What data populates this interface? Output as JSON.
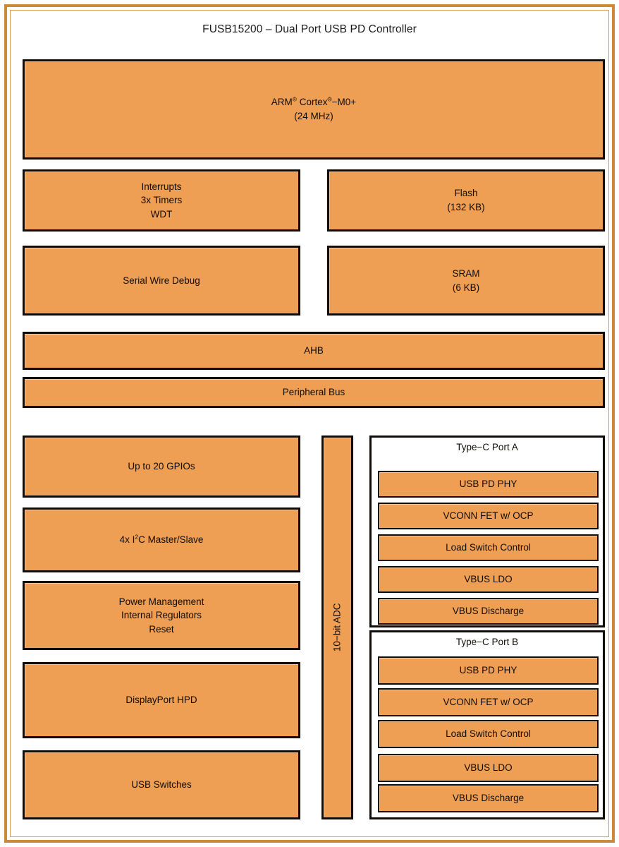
{
  "page": {
    "title": "FUSB15200 – Dual Port USB PD Controller",
    "frame_color": "#c98a3a",
    "block_fill": "#ef9f54",
    "block_border": "#120c08",
    "background": "#ffffff"
  },
  "core": {
    "name_pre": "ARM",
    "reg1": "®",
    "name_mid": " Cortex",
    "reg2": "®",
    "name_post": "−M0+",
    "clock": "(24 MHz)"
  },
  "system": {
    "interrupts_line1": "Interrupts",
    "interrupts_line2": "3x Timers",
    "interrupts_line3": "WDT",
    "flash_line1": "Flash",
    "flash_line2": "(132 KB)",
    "swd": "Serial Wire Debug",
    "sram_line1": "SRAM",
    "sram_line2": "(6 KB)",
    "ahb": "AHB",
    "peripheral_bus": "Peripheral Bus"
  },
  "peripherals": {
    "gpio": "Up to 20 GPIOs",
    "i2c_pre": "4x I",
    "i2c_sup": "2",
    "i2c_post": "C Master/Slave",
    "power_line1": "Power Management",
    "power_line2": "Internal Regulators",
    "power_line3": "Reset",
    "dp_hpd": "DisplayPort HPD",
    "usb_switches": "USB Switches"
  },
  "adc": {
    "label": "10−bit ADC"
  },
  "ports": [
    {
      "title": "Type−C Port A",
      "blocks": [
        "USB PD PHY",
        "VCONN FET w/ OCP",
        "Load Switch Control",
        "VBUS LDO",
        "VBUS Discharge"
      ]
    },
    {
      "title": "Type−C Port B",
      "blocks": [
        "USB PD PHY",
        "VCONN FET w/ OCP",
        "Load Switch Control",
        "VBUS LDO",
        "VBUS Discharge"
      ]
    }
  ]
}
